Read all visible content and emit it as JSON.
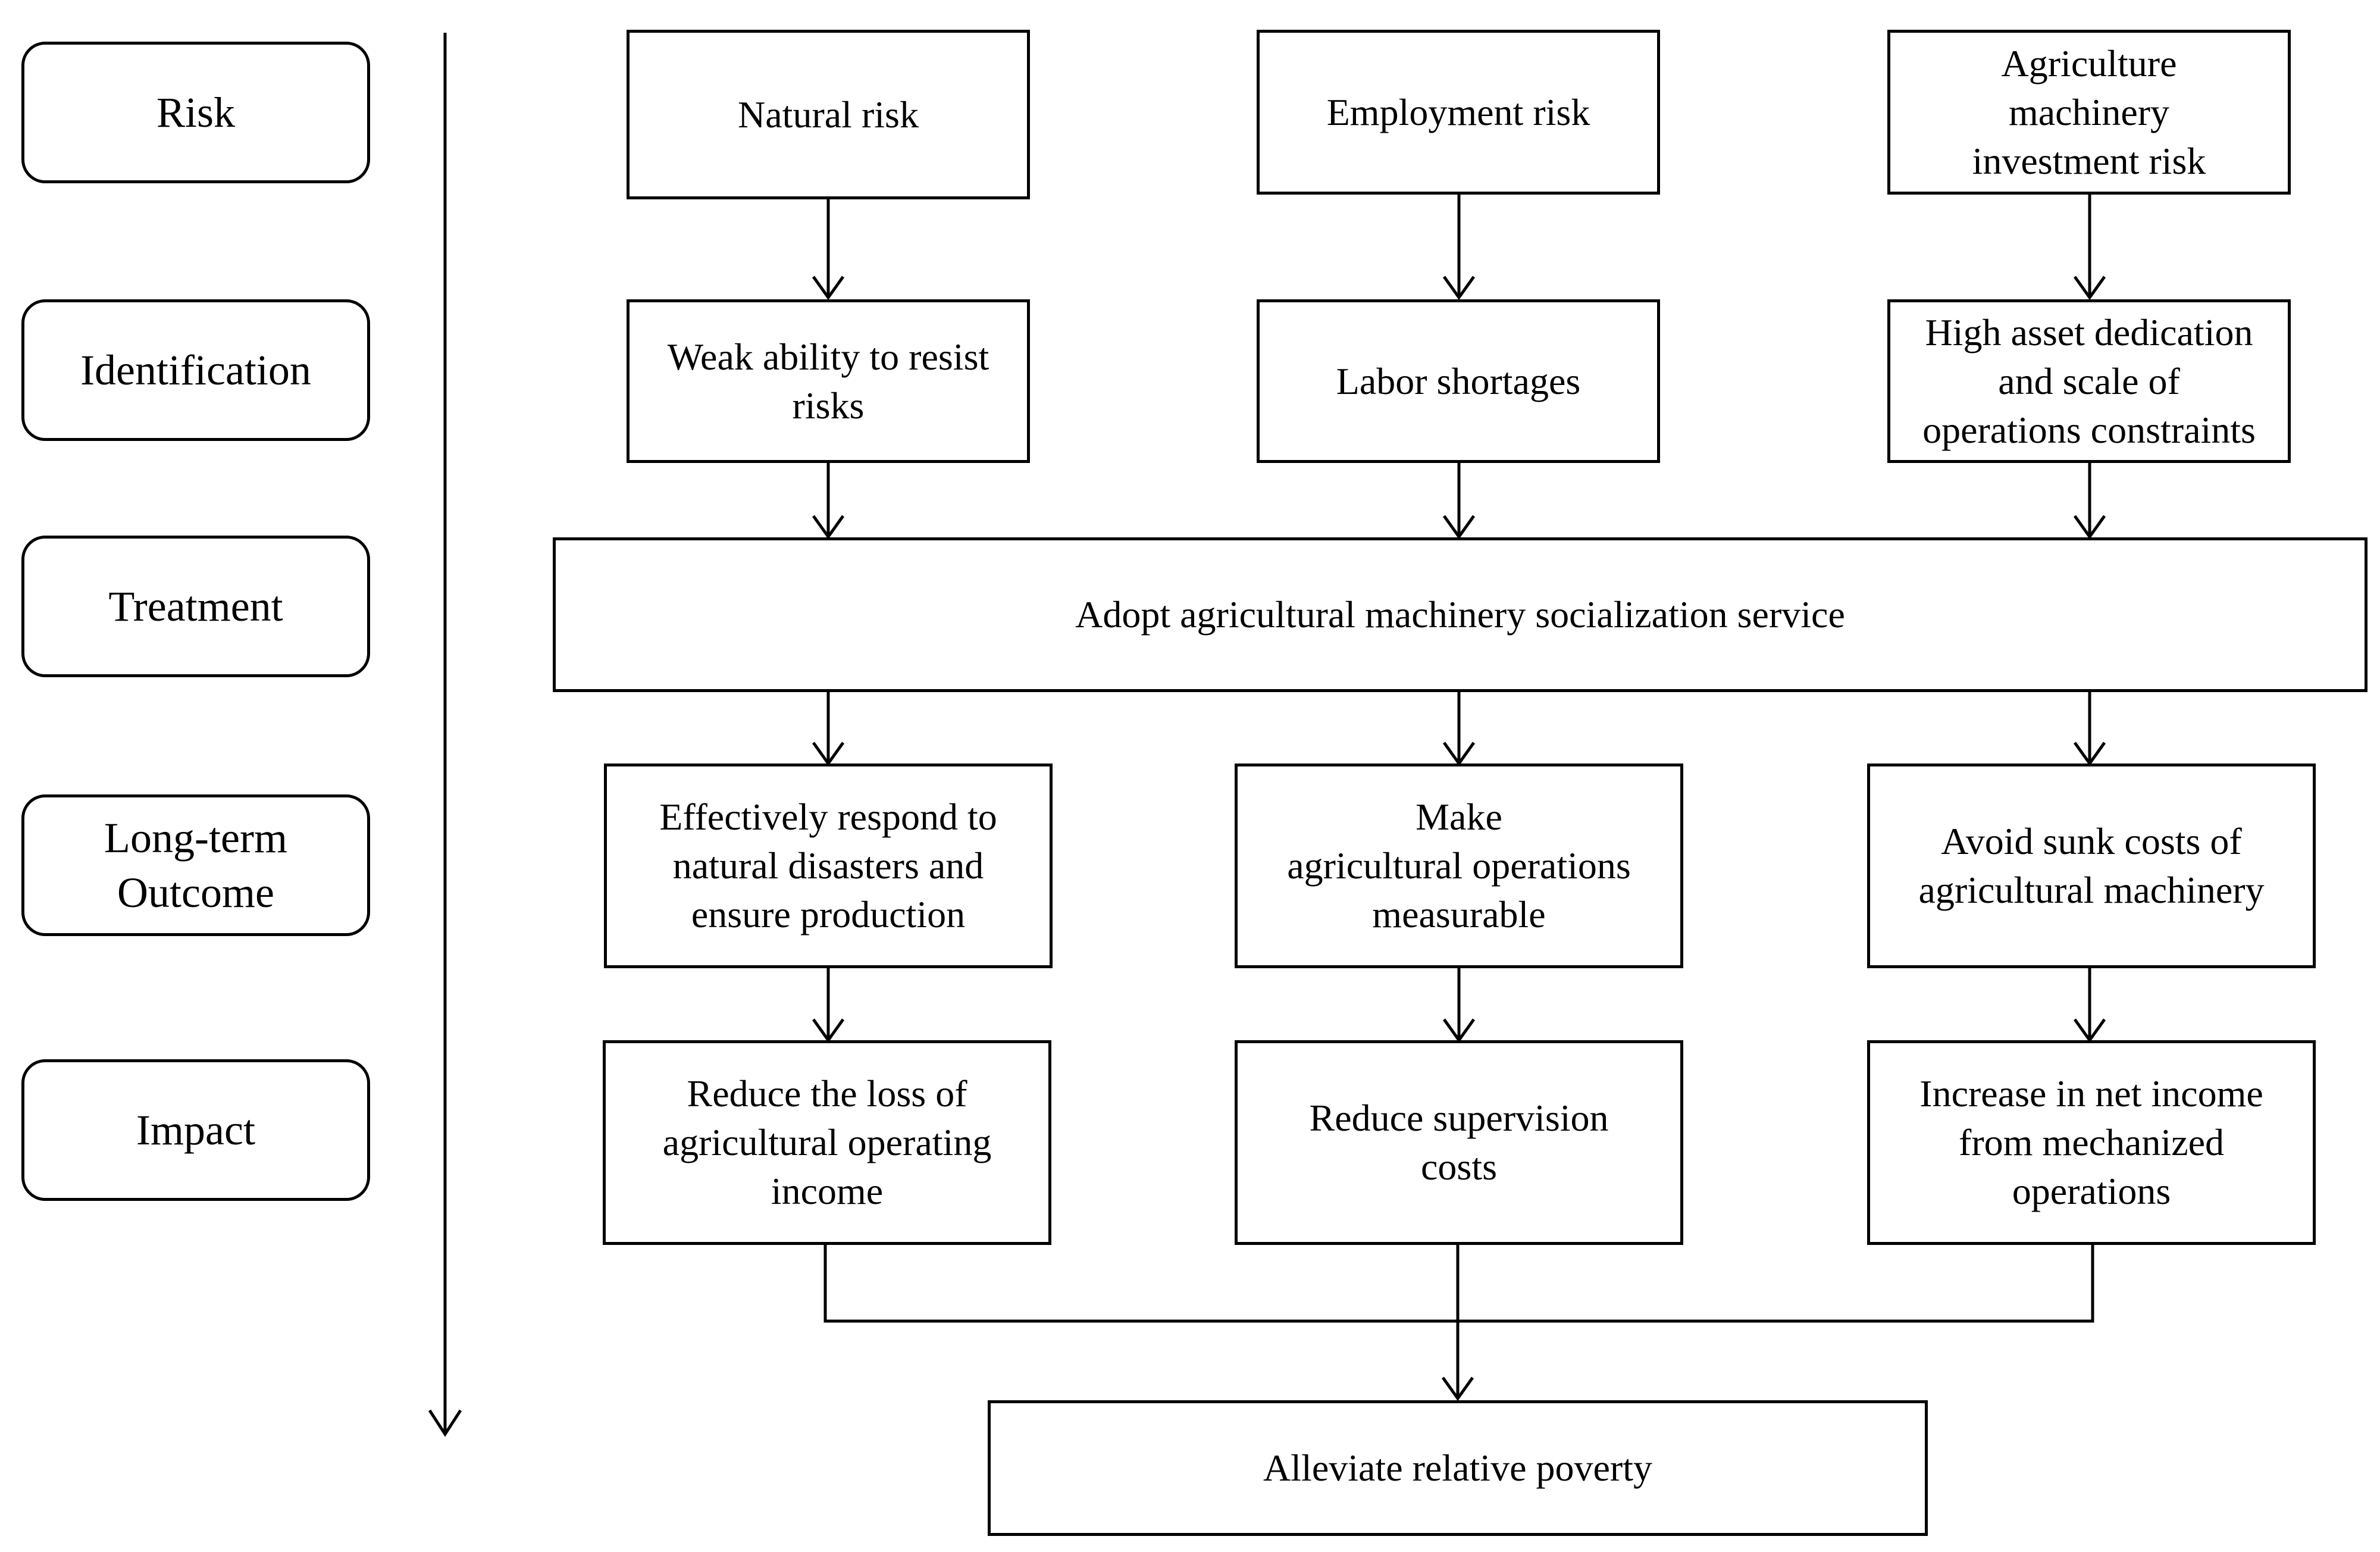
{
  "stages": [
    "Risk",
    "Identification",
    "Treatment",
    "Long-term\nOutcome",
    "Impact"
  ],
  "risks": [
    "Natural risk",
    "Employment risk",
    "Agriculture\nmachinery\ninvestment risk"
  ],
  "identification": [
    "Weak ability to resist\nrisks",
    "Labor shortages",
    "High asset dedication\nand scale of\noperations constraints"
  ],
  "treatment": "Adopt agricultural machinery socialization service",
  "outcomes": [
    "Effectively respond to\nnatural disasters and\nensure production",
    "Make\nagricultural operations\nmeasurable",
    "Avoid sunk costs of\nagricultural machinery"
  ],
  "impacts": [
    "Reduce the loss of\nagricultural operating\nincome",
    "Reduce supervision\ncosts",
    "Increase in net income\nfrom mechanized\noperations"
  ],
  "final": "Alleviate relative poverty"
}
